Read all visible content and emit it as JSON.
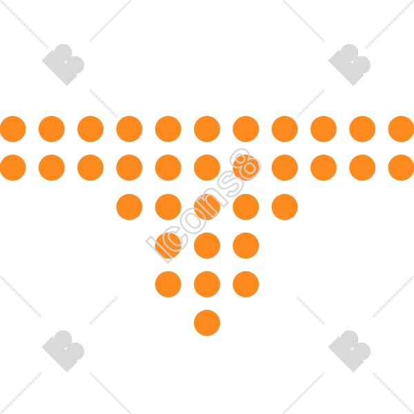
{
  "image": {
    "subject": "dotted-t-shape",
    "dot_color": "#FF8A1E",
    "background_color": "#FFFFFF",
    "rows": [
      {
        "dots": 11
      },
      {
        "dots": 11
      },
      {
        "dots": 5
      },
      {
        "dots": 3
      },
      {
        "dots": 3
      },
      {
        "dots": 1
      }
    ]
  },
  "watermark": {
    "text": "Icons8",
    "color": "#D4D4D4",
    "logo_color": "#D9D9D9"
  }
}
